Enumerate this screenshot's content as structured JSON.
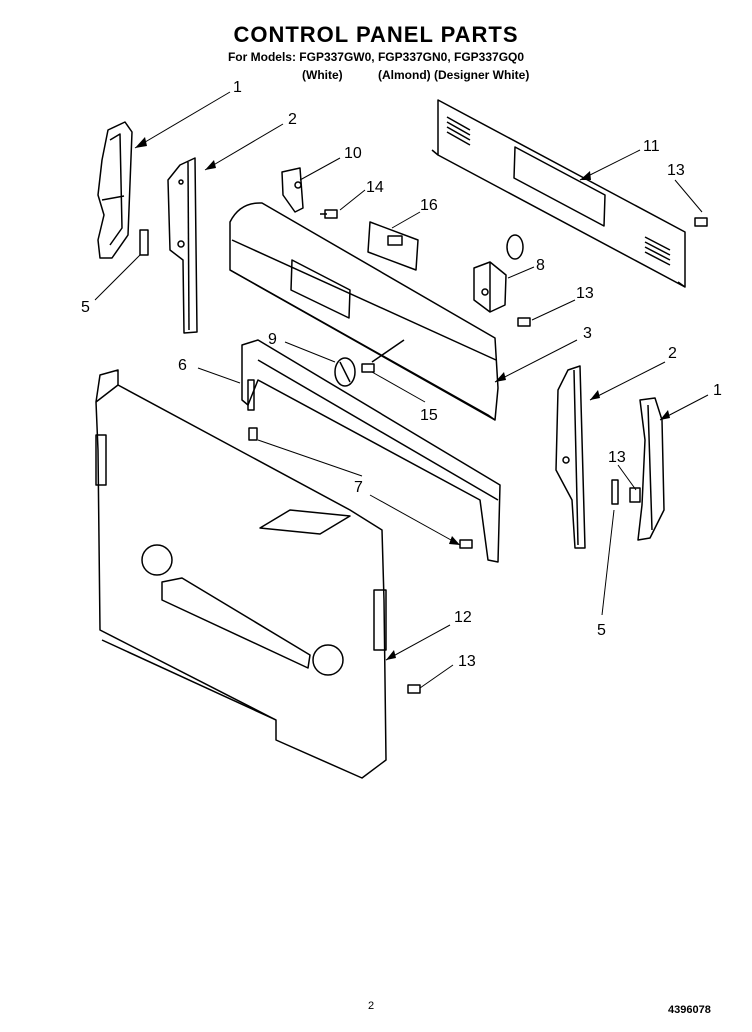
{
  "header": {
    "title": "CONTROL PANEL PARTS",
    "models": "For Models: FGP337GW0, FGP337GN0, FGP337GQ0",
    "variants": [
      "(White)",
      "(Almond)",
      "(Designer White)"
    ]
  },
  "callouts": [
    "1",
    "2",
    "10",
    "14",
    "16",
    "11",
    "13",
    "5",
    "8",
    "13",
    "3",
    "9",
    "6",
    "15",
    "2",
    "1",
    "13",
    "7",
    "5",
    "12",
    "13"
  ],
  "footer": {
    "page": "2",
    "doc_number": "4396078"
  }
}
